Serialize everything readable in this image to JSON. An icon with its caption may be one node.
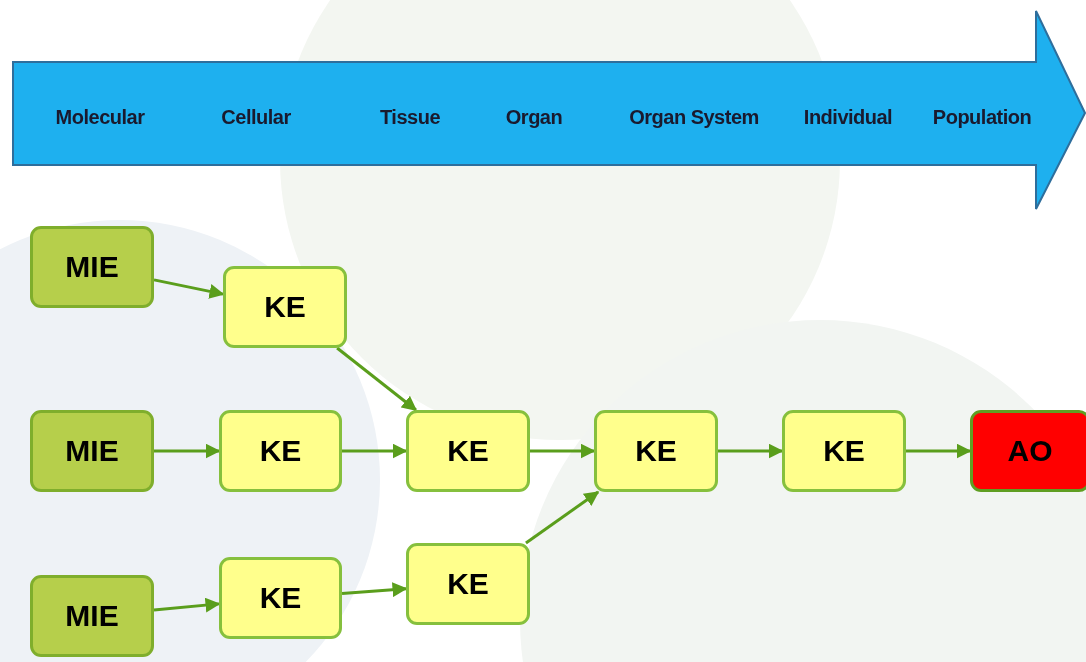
{
  "diagram": {
    "nodes": [
      {
        "text": [
          "Molecular",
          "Cellular",
          "Tissue",
          "Organ",
          "Organ System",
          "Individual",
          "Population"
        ]
      },
      {
        "text": [
          "MIE"
        ]
      },
      {
        "text": [
          "KE"
        ]
      },
      {
        "text": [
          "MIE"
        ]
      },
      {
        "text": [
          "KE"
        ]
      },
      {
        "text": [
          "KE"
        ]
      },
      {
        "text": [
          "KE"
        ]
      },
      {
        "text": [
          "KE"
        ]
      },
      {
        "text": [
          "AO"
        ]
      },
      {
        "text": [
          "MIE"
        ]
      },
      {
        "text": [
          "KE"
        ]
      },
      {
        "text": [
          "KE"
        ]
      }
    ],
    "edges": [
      {
        "from": 1,
        "to": 2,
        "arrow": "to"
      },
      {
        "from": 2,
        "to": 5,
        "arrow": "to"
      },
      {
        "from": 3,
        "to": 4,
        "arrow": "to"
      },
      {
        "from": 4,
        "to": 5,
        "arrow": "to"
      },
      {
        "from": 5,
        "to": 6,
        "arrow": "to"
      },
      {
        "from": 6,
        "to": 7,
        "arrow": "to"
      },
      {
        "from": 7,
        "to": 8,
        "arrow": "to"
      },
      {
        "from": 9,
        "to": 10,
        "arrow": "to"
      },
      {
        "from": 10,
        "to": 11,
        "arrow": "to"
      },
      {
        "from": 11,
        "to": 6,
        "arrow": "to"
      }
    ]
  }
}
